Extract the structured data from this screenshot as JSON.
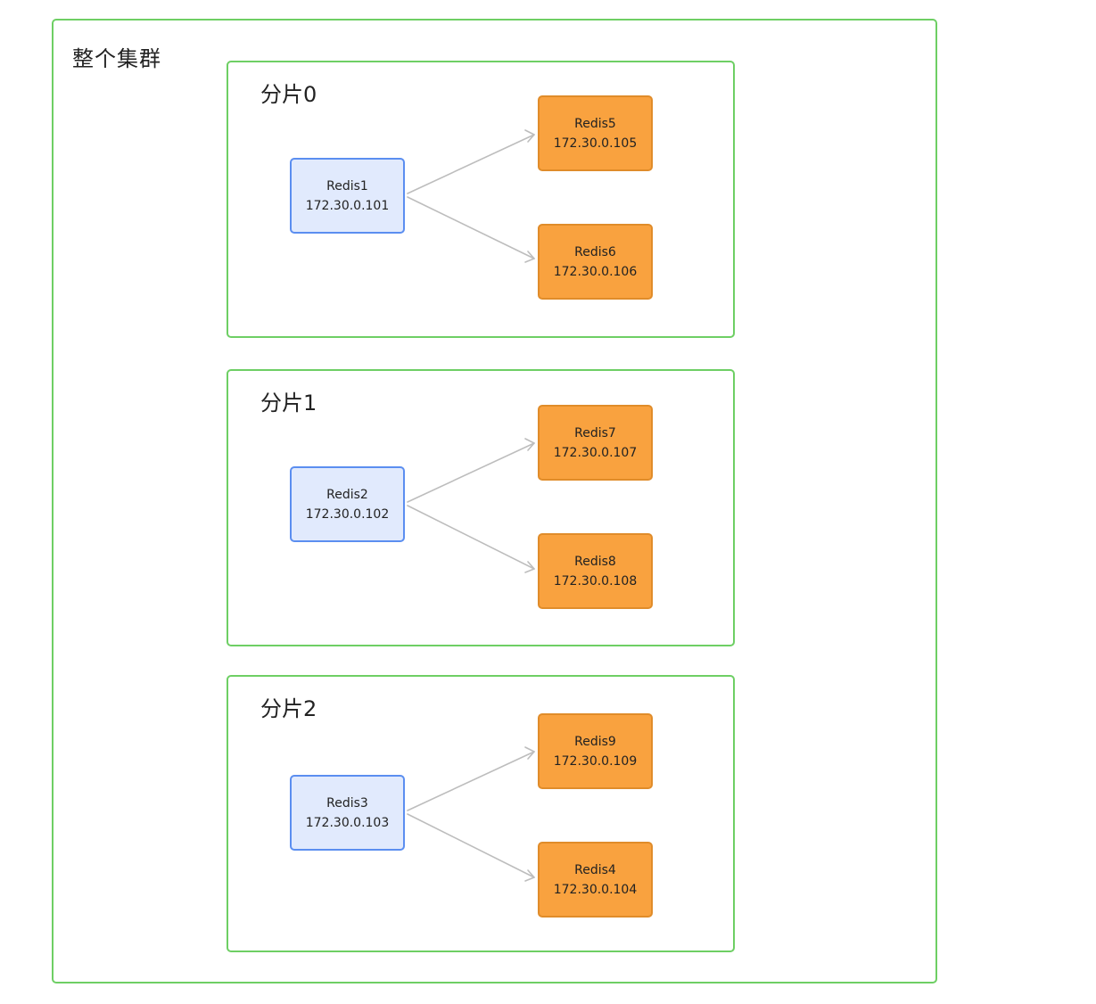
{
  "cluster": {
    "title": "整个集群"
  },
  "shards": [
    {
      "title": "分片0",
      "master": {
        "name": "Redis1",
        "ip": "172.30.0.101"
      },
      "replicas": [
        {
          "name": "Redis5",
          "ip": "172.30.0.105"
        },
        {
          "name": "Redis6",
          "ip": "172.30.0.106"
        }
      ]
    },
    {
      "title": "分片1",
      "master": {
        "name": "Redis2",
        "ip": "172.30.0.102"
      },
      "replicas": [
        {
          "name": "Redis7",
          "ip": "172.30.0.107"
        },
        {
          "name": "Redis8",
          "ip": "172.30.0.108"
        }
      ]
    },
    {
      "title": "分片2",
      "master": {
        "name": "Redis3",
        "ip": "172.30.0.103"
      },
      "replicas": [
        {
          "name": "Redis9",
          "ip": "172.30.0.109"
        },
        {
          "name": "Redis4",
          "ip": "172.30.0.104"
        }
      ]
    }
  ],
  "colors": {
    "container_border": "#6ecf64",
    "master_fill": "#e1eafd",
    "master_border": "#5b8ef0",
    "replica_fill": "#f9a23f",
    "replica_border": "#e08c2a",
    "edge": "#bdbdbd"
  }
}
